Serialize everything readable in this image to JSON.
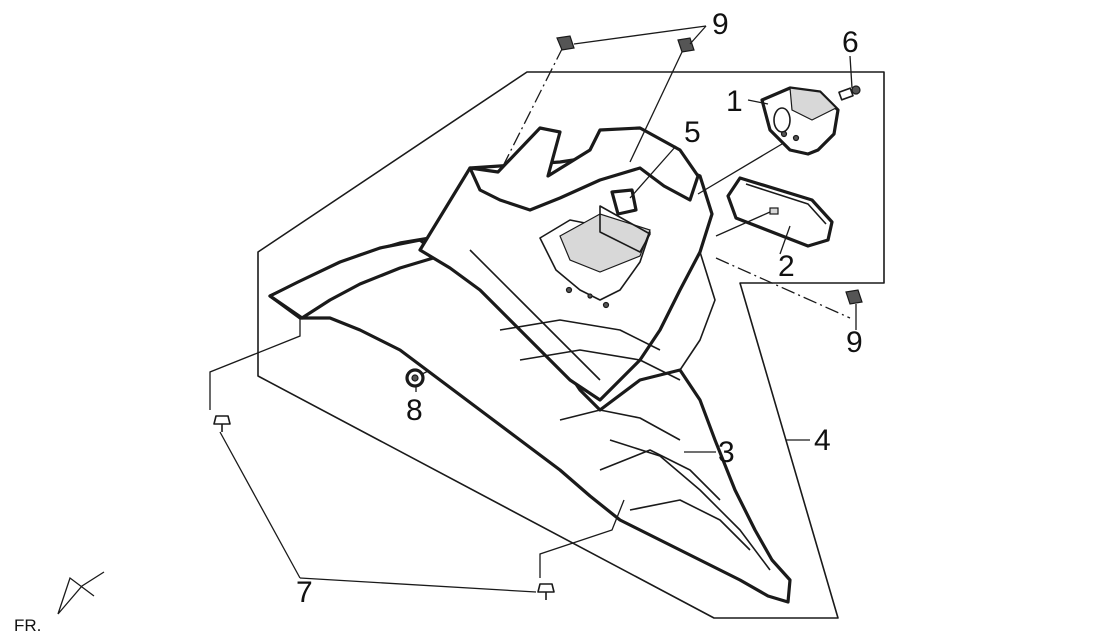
{
  "callouts": {
    "c1": "1",
    "c2": "2",
    "c3": "3",
    "c4": "4",
    "c5": "5",
    "c6": "6",
    "c7": "7",
    "c8": "8",
    "c9_top": "9",
    "c9_right": "9"
  },
  "direction_label": "FR."
}
